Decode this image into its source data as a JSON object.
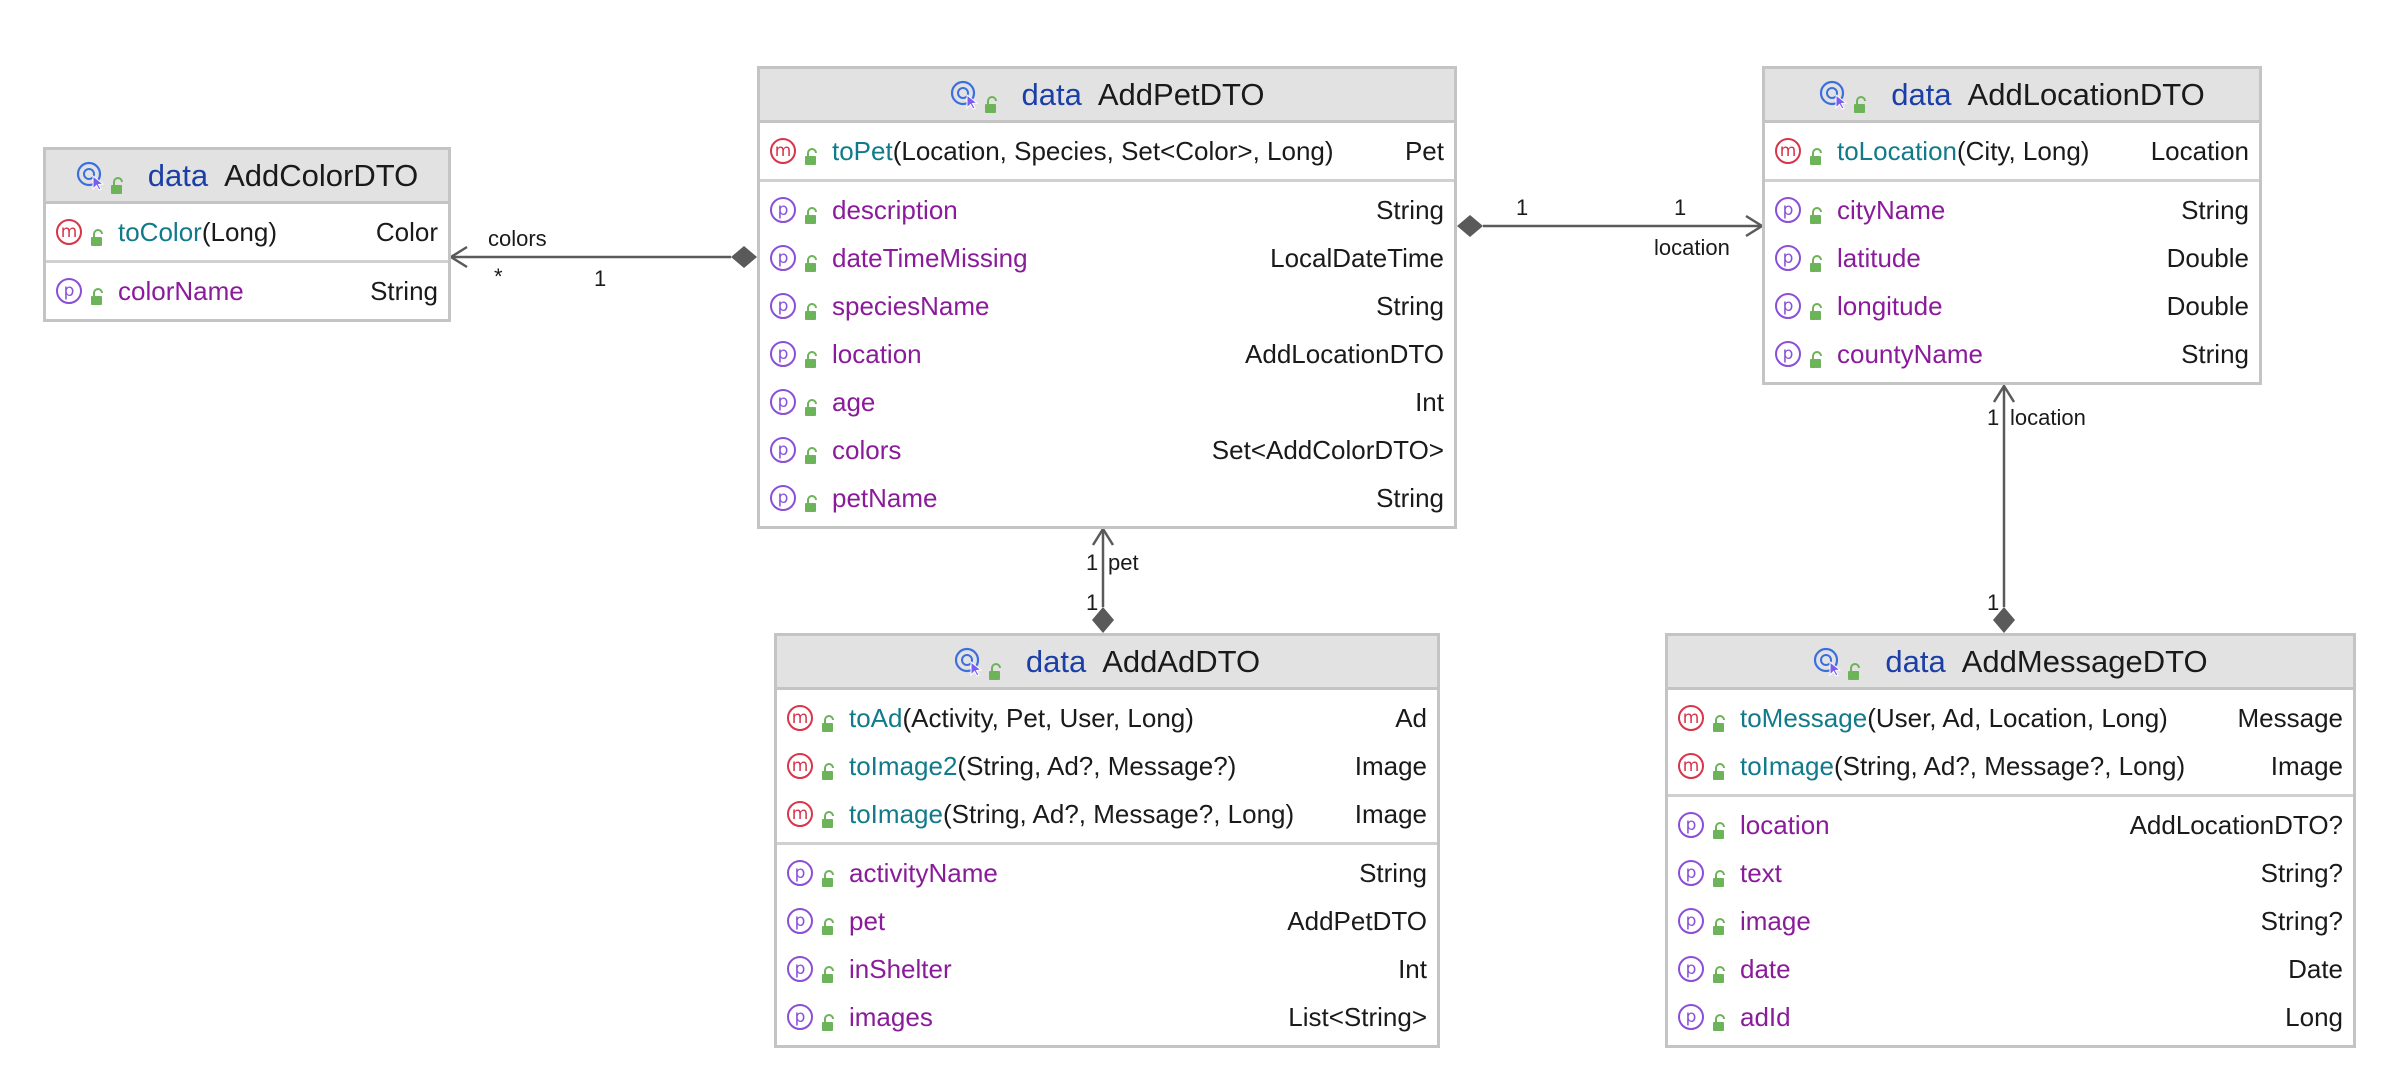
{
  "classes": [
    {
      "name": "AddColorDTO",
      "keyword": "data",
      "methods": [
        {
          "name": "toColor",
          "params": "(Long)",
          "type": "Color"
        }
      ],
      "properties": [
        {
          "name": "colorName",
          "type": "String"
        }
      ]
    },
    {
      "name": "AddPetDTO",
      "keyword": "data",
      "methods": [
        {
          "name": "toPet",
          "params": "(Location, Species, Set<Color>, Long)",
          "type": "Pet"
        }
      ],
      "properties": [
        {
          "name": "description",
          "type": "String"
        },
        {
          "name": "dateTimeMissing",
          "type": "LocalDateTime"
        },
        {
          "name": "speciesName",
          "type": "String"
        },
        {
          "name": "location",
          "type": "AddLocationDTO"
        },
        {
          "name": "age",
          "type": "Int"
        },
        {
          "name": "colors",
          "type": "Set<AddColorDTO>"
        },
        {
          "name": "petName",
          "type": "String"
        }
      ]
    },
    {
      "name": "AddLocationDTO",
      "keyword": "data",
      "methods": [
        {
          "name": "toLocation",
          "params": "(City, Long)",
          "type": "Location"
        }
      ],
      "properties": [
        {
          "name": "cityName",
          "type": "String"
        },
        {
          "name": "latitude",
          "type": "Double"
        },
        {
          "name": "longitude",
          "type": "Double"
        },
        {
          "name": "countyName",
          "type": "String"
        }
      ]
    },
    {
      "name": "AddAdDTO",
      "keyword": "data",
      "methods": [
        {
          "name": "toAd",
          "params": "(Activity, Pet, User, Long)",
          "type": "Ad"
        },
        {
          "name": "toImage2",
          "params": "(String, Ad?, Message?)",
          "type": "Image"
        },
        {
          "name": "toImage",
          "params": "(String, Ad?, Message?, Long)",
          "type": "Image"
        }
      ],
      "properties": [
        {
          "name": "activityName",
          "type": "String"
        },
        {
          "name": "pet",
          "type": "AddPetDTO"
        },
        {
          "name": "inShelter",
          "type": "Int"
        },
        {
          "name": "images",
          "type": "List<String>"
        }
      ]
    },
    {
      "name": "AddMessageDTO",
      "keyword": "data",
      "methods": [
        {
          "name": "toMessage",
          "params": "(User, Ad, Location, Long)",
          "type": "Message"
        },
        {
          "name": "toImage",
          "params": "(String, Ad?, Message?, Long)",
          "type": "Image"
        }
      ],
      "properties": [
        {
          "name": "location",
          "type": "AddLocationDTO?"
        },
        {
          "name": "text",
          "type": "String?"
        },
        {
          "name": "image",
          "type": "String?"
        },
        {
          "name": "date",
          "type": "Date"
        },
        {
          "name": "adId",
          "type": "Long"
        }
      ]
    }
  ],
  "edges": [
    {
      "from": "AddPetDTO",
      "to": "AddColorDTO",
      "role": "colors",
      "source_multiplicity": "1",
      "target_multiplicity": "*"
    },
    {
      "from": "AddPetDTO",
      "to": "AddLocationDTO",
      "role": "location",
      "source_multiplicity": "1",
      "target_multiplicity": "1"
    },
    {
      "from": "AddAdDTO",
      "to": "AddPetDTO",
      "role": "pet",
      "source_multiplicity": "1",
      "target_multiplicity": "1"
    },
    {
      "from": "AddMessageDTO",
      "to": "AddLocationDTO",
      "role": "location",
      "source_multiplicity": "1",
      "target_multiplicity": "1"
    }
  ],
  "icons": {
    "class": "class-icon",
    "visibility": "lock-open-icon",
    "method_badge": "m",
    "property_badge": "p"
  },
  "colors": {
    "keyword": "#1b3fa6",
    "method_name": "#117a8b",
    "property_name": "#8a1b9a",
    "method_badge": "#d8344a",
    "property_badge": "#8a4fd8",
    "header_bg": "#e2e2e2",
    "lock": "#6cb35a"
  }
}
